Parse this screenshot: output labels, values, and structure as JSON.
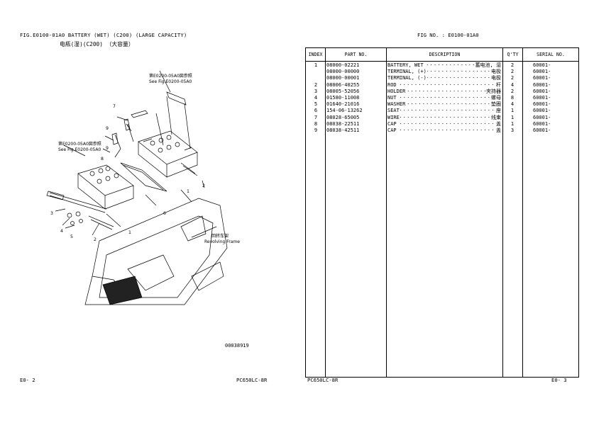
{
  "header": {
    "fig_title": "FIG.E0100-01A0 BATTERY (WET) (C200) (LARGE CAPACITY)",
    "fig_subtitle": "电瓶(湿)(C200) （大容量）",
    "fig_no": "FIG NO. : E0100-01A0"
  },
  "drawing": {
    "callouts": [
      "1",
      "2",
      "3",
      "4",
      "5",
      "6",
      "7",
      "8",
      "9",
      "9",
      "1",
      "2"
    ],
    "ref_top_cn": "第E0200-05A0図参照",
    "ref_top_en": "See Fig.E0200-05A0",
    "ref_left_cn": "第E0200-05A0図参照",
    "ref_left_en": "See Fig.E0200-05A0",
    "frame_cn": "回转车架",
    "frame_en": "Revolving Frame",
    "drawing_id": "00038919"
  },
  "table": {
    "headers": {
      "index": "INDEX",
      "part_no": "PART  NO.",
      "description": "DESCRIPTION",
      "qty": "Q'TY",
      "serial": "SERIAL NO."
    },
    "rows": [
      {
        "index": "1",
        "part_no": "08000-02221",
        "name": "BATTERY, WET",
        "cn": "蓄电池, 湿",
        "qty": "2",
        "serial": "60001-"
      },
      {
        "index": "",
        "part_no": "08000-00000",
        "name": "TERMINAL, (+)",
        "cn": "电极",
        "qty": "2",
        "serial": "60001-"
      },
      {
        "index": "",
        "part_no": "08000-00001",
        "name": "TERMINAL, (-)",
        "cn": "电极",
        "qty": "2",
        "serial": "60001-"
      },
      {
        "index": "2",
        "part_no": "08006-40255",
        "name": "ROD",
        "cn": "杆",
        "qty": "4",
        "serial": "60001-"
      },
      {
        "index": "3",
        "part_no": "08005-52056",
        "name": "HOLDER",
        "cn": "夹持器",
        "qty": "2",
        "serial": "60001-"
      },
      {
        "index": "4",
        "part_no": "01580-11008",
        "name": "NUT",
        "cn": "螺母",
        "qty": "8",
        "serial": "60001-"
      },
      {
        "index": "5",
        "part_no": "01640-21016",
        "name": "WASHER",
        "cn": "垫圈",
        "qty": "4",
        "serial": "60001-"
      },
      {
        "index": "6",
        "part_no": "154-06-13262",
        "name": "SEAT",
        "cn": "座",
        "qty": "1",
        "serial": "60001-"
      },
      {
        "index": "7",
        "part_no": "08028-65005",
        "name": "WIRE",
        "cn": "线束",
        "qty": "1",
        "serial": "60001-"
      },
      {
        "index": "8",
        "part_no": "08038-22511",
        "name": "CAP",
        "cn": "盖",
        "qty": "1",
        "serial": "60001-"
      },
      {
        "index": "9",
        "part_no": "08038-42511",
        "name": "CAP",
        "cn": "盖",
        "qty": "3",
        "serial": "60001-"
      }
    ]
  },
  "footer": {
    "left_page": "E0-  2",
    "left_model": "PC650LC-8R",
    "right_model": "PC650LC-8R",
    "right_page": "E0-  3"
  }
}
